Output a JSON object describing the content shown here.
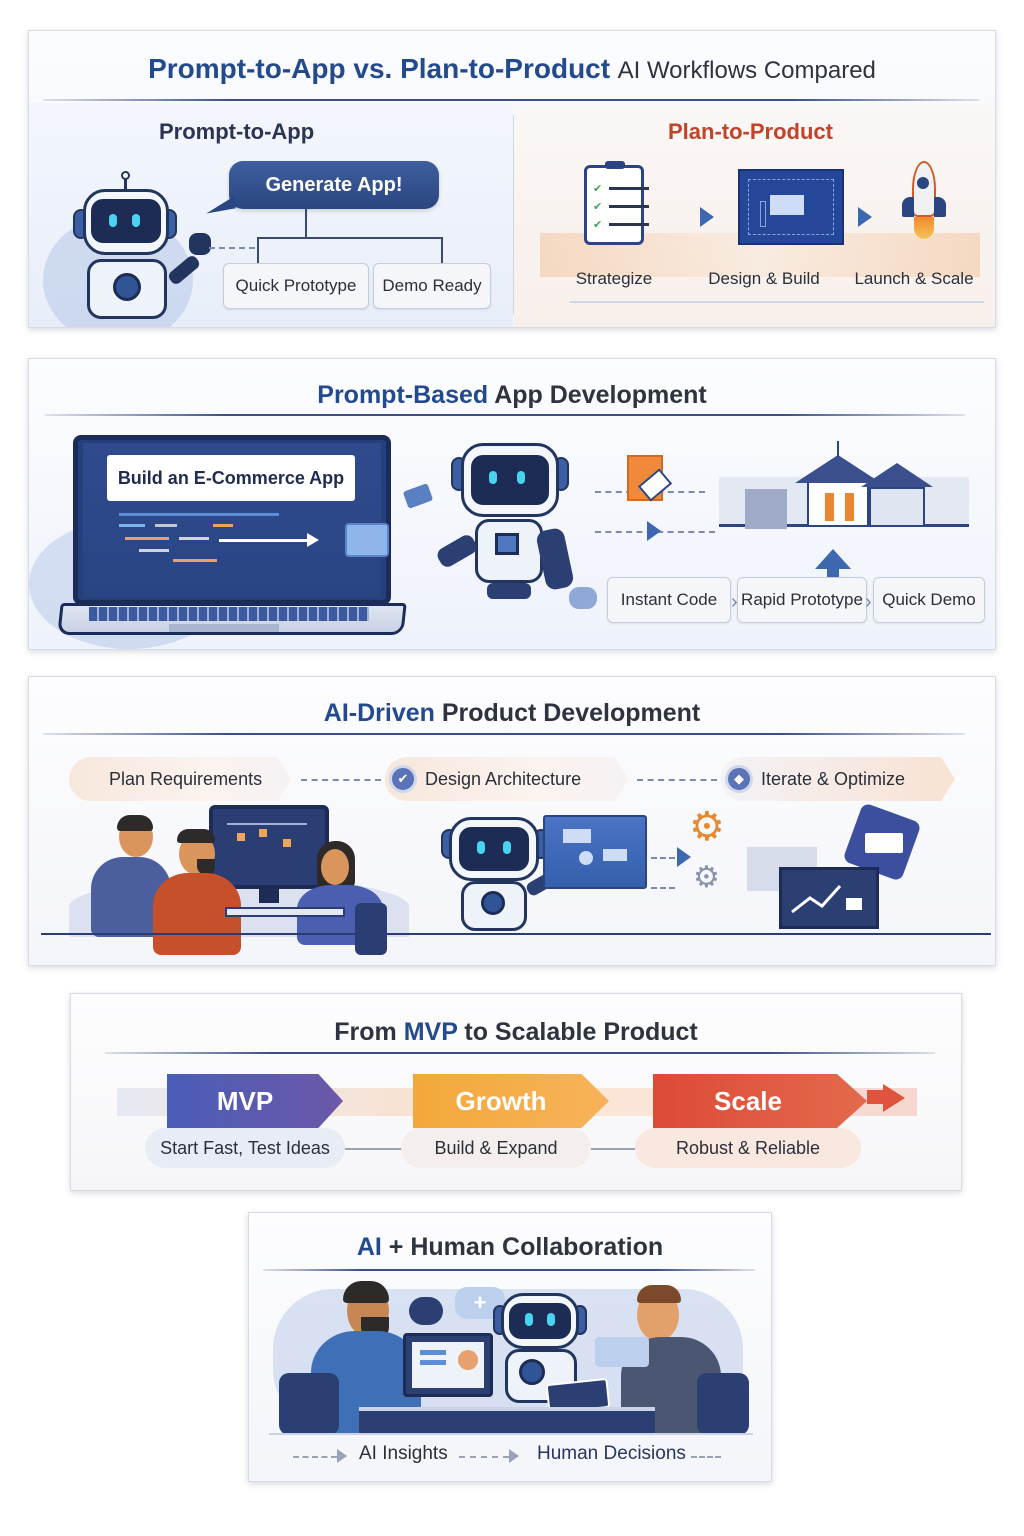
{
  "panel1": {
    "title_accent": "Prompt-to-App vs. Plan-to-Product",
    "title_rest": "AI Workflows Compared",
    "left": {
      "heading": "Prompt-to-App",
      "speech_bubble": "Generate App!",
      "outcomes": [
        "Quick Prototype",
        "Demo Ready"
      ]
    },
    "right": {
      "heading": "Plan-to-Product",
      "steps": [
        "Strategize",
        "Design & Build",
        "Launch & Scale"
      ],
      "icons": [
        "checklist-icon",
        "blueprint-icon",
        "rocket-icon"
      ]
    }
  },
  "panel2": {
    "title_accent": "Prompt-Based",
    "title_rest": "App Development",
    "laptop_prompt": "Build an E-Commerce App",
    "flow": [
      "Instant Code",
      "Rapid Prototype",
      "Quick Demo"
    ]
  },
  "panel3": {
    "title_accent": "AI-Driven",
    "title_rest": "Product Development",
    "steps": [
      "Plan Requirements",
      "Design Architecture",
      "Iterate & Optimize"
    ]
  },
  "panel4": {
    "title_pre": "From",
    "title_accent": "MVP",
    "title_rest": "to Scalable Product",
    "stages": [
      {
        "label": "MVP",
        "caption": "Start Fast, Test Ideas",
        "color": "#4a5db8"
      },
      {
        "label": "Growth",
        "caption": "Build & Expand",
        "color": "#f2a341"
      },
      {
        "label": "Scale",
        "caption": "Robust & Reliable",
        "color": "#e0533c"
      }
    ]
  },
  "panel5": {
    "title_accent": "AI",
    "title_rest": "+ Human Collaboration",
    "flow": [
      "AI Insights",
      "Human Decisions"
    ]
  },
  "colors": {
    "navy": "#234a8c",
    "plan_red": "#c0432b",
    "dark_text": "#2e3340"
  }
}
